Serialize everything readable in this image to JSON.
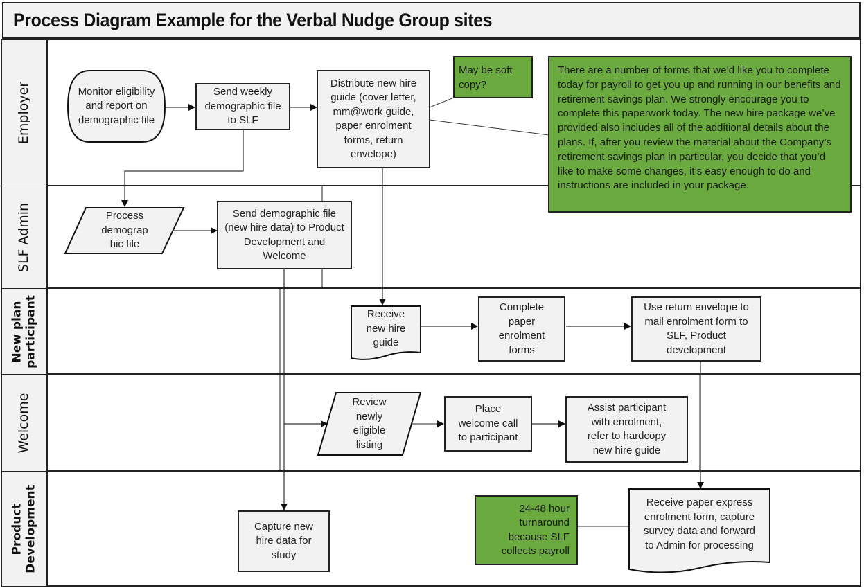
{
  "title": "Process Diagram Example for the Verbal Nudge Group sites",
  "colors": {
    "lane_header_bg": "#f2f2f2",
    "process_fill": "#f2f2f2",
    "note_fill": "#6aaa3f",
    "line": "#222222"
  },
  "lanes": [
    {
      "id": "employer",
      "label": "Employer"
    },
    {
      "id": "slf-admin",
      "label": "SLF Admin"
    },
    {
      "id": "new-plan-participant",
      "label_line1": "New plan",
      "label_line2": "participant"
    },
    {
      "id": "welcome",
      "label": "Welcome"
    },
    {
      "id": "product-development",
      "label_line1": "Product",
      "label_line2": "Development"
    }
  ],
  "nodes": {
    "monitor": {
      "shape": "terminator",
      "lane": "employer",
      "text": "Monitor eligibility and report on demographic file"
    },
    "send_weekly": {
      "shape": "process",
      "lane": "employer",
      "text": "Send weekly demographic file to SLF"
    },
    "distribute": {
      "shape": "process",
      "lane": "employer",
      "text": "Distribute new hire guide (cover letter, mm@work guide, paper enrolment forms, return envelope)"
    },
    "soft_copy_note": {
      "shape": "note",
      "lane": "employer",
      "text": "May be soft copy?"
    },
    "forms_note": {
      "shape": "note",
      "lane": "employer",
      "text": "There are a number of forms that we’d like you to complete today for payroll to get you up and running in our benefits and retirement savings plan. We strongly encourage you to complete this paperwork today. The new hire package we’ve provided also includes all of the additional details about the plans. If, after you review the material about the Company’s retirement savings plan in particular, you decide that you’d like to make some changes, it’s easy enough to do and instructions are included in your package."
    },
    "process_demo": {
      "shape": "data",
      "lane": "slf-admin",
      "text_lines": [
        "Process",
        "demograp",
        "hic file"
      ]
    },
    "send_demo": {
      "shape": "process",
      "lane": "slf-admin",
      "text": "Send demographic file (new hire data) to Product Development and Welcome"
    },
    "receive_guide": {
      "shape": "document",
      "lane": "new-plan-participant",
      "text_lines": [
        "Receive",
        "new hire",
        "guide"
      ]
    },
    "complete_forms": {
      "shape": "process",
      "lane": "new-plan-participant",
      "text_lines": [
        "Complete",
        "paper",
        "enrolment",
        "forms"
      ]
    },
    "use_envelope": {
      "shape": "process",
      "lane": "new-plan-participant",
      "text": "Use return envelope to mail enrolment form to SLF, Product development"
    },
    "review_listing": {
      "shape": "data",
      "lane": "welcome",
      "text_lines": [
        "Review",
        "newly",
        "eligible",
        "listing"
      ]
    },
    "welcome_call": {
      "shape": "process",
      "lane": "welcome",
      "text_lines": [
        "Place",
        "welcome call",
        "to participant"
      ]
    },
    "assist": {
      "shape": "process",
      "lane": "welcome",
      "text_lines": [
        "Assist participant",
        "with enrolment,",
        "refer to hardcopy",
        "new hire guide"
      ]
    },
    "capture_data": {
      "shape": "process",
      "lane": "product-development",
      "text_lines": [
        "Capture new",
        "hire data for",
        "study"
      ]
    },
    "turnaround_note": {
      "shape": "note",
      "lane": "product-development",
      "text_lines": [
        "24-48 hour",
        "turnaround",
        "because SLF",
        "collects payroll"
      ]
    },
    "receive_paper": {
      "shape": "document",
      "lane": "product-development",
      "text_lines": [
        "Receive paper express",
        "enrolment form, capture",
        "survey data and forward",
        "to Admin for processing"
      ]
    }
  },
  "edges": [
    {
      "from": "monitor",
      "to": "send_weekly"
    },
    {
      "from": "send_weekly",
      "to": "distribute"
    },
    {
      "from": "send_weekly",
      "to": "process_demo"
    },
    {
      "from": "process_demo",
      "to": "send_demo"
    },
    {
      "from": "distribute",
      "to": "receive_guide"
    },
    {
      "from": "send_demo",
      "to": "review_listing"
    },
    {
      "from": "send_demo",
      "to": "capture_data"
    },
    {
      "from": "receive_guide",
      "to": "complete_forms"
    },
    {
      "from": "complete_forms",
      "to": "use_envelope"
    },
    {
      "from": "use_envelope",
      "to": "receive_paper"
    },
    {
      "from": "review_listing",
      "to": "welcome_call"
    },
    {
      "from": "welcome_call",
      "to": "assist"
    },
    {
      "from": "distribute",
      "to": "soft_copy_note",
      "type": "annotation"
    },
    {
      "from": "distribute",
      "to": "forms_note",
      "type": "annotation"
    },
    {
      "from": "turnaround_note",
      "to": "receive_paper",
      "type": "annotation"
    }
  ]
}
